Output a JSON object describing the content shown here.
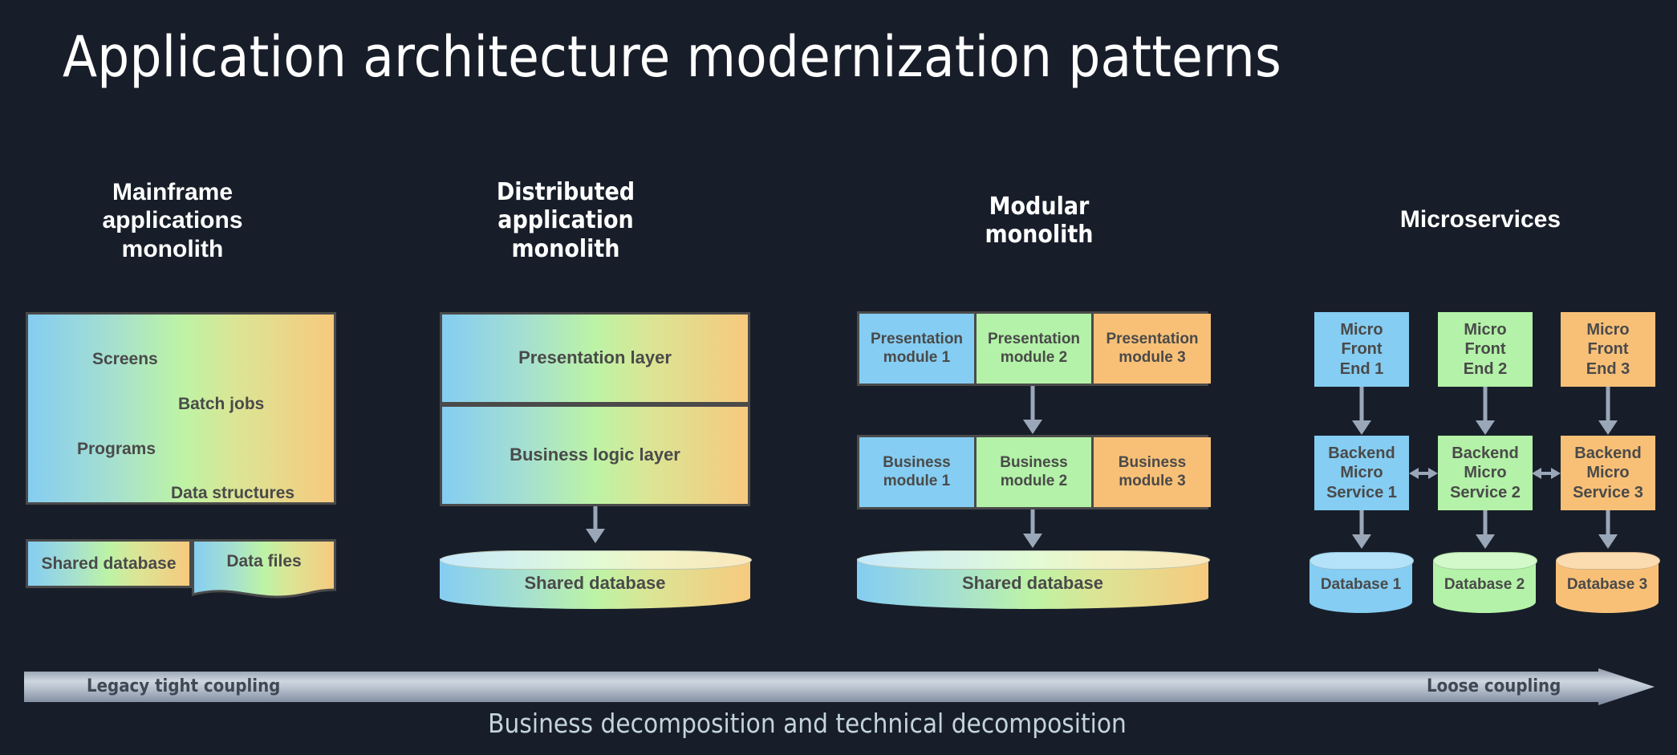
{
  "title": "Application architecture modernization patterns",
  "columns": [
    {
      "heading": "Mainframe\napplications\nmonolith",
      "monolith_labels": [
        "Screens",
        "Batch jobs",
        "Programs",
        "Data structures"
      ],
      "shared_database": "Shared database",
      "data_files": "Data files"
    },
    {
      "heading": "Distributed\napplication\nmonolith",
      "presentation_layer": "Presentation layer",
      "business_logic_layer": "Business logic layer",
      "shared_database": "Shared database"
    },
    {
      "heading": "Modular\nmonolith",
      "presentation_modules": [
        "Presentation\nmodule 1",
        "Presentation\nmodule 2",
        "Presentation\nmodule 3"
      ],
      "business_modules": [
        "Business\nmodule 1",
        "Business\nmodule 2",
        "Business\nmodule 3"
      ],
      "shared_database": "Shared database"
    },
    {
      "heading": "Microservices",
      "micro_front_ends": [
        "Micro\nFront\nEnd 1",
        "Micro\nFront\nEnd 2",
        "Micro\nFront\nEnd 3"
      ],
      "backend_services": [
        "Backend\nMicro\nService 1",
        "Backend\nMicro\nService 2",
        "Backend\nMicro\nService 3"
      ],
      "databases": [
        "Database 1",
        "Database 2",
        "Database 3"
      ]
    }
  ],
  "spectrum": {
    "left_label": "Legacy tight coupling",
    "right_label": "Loose coupling"
  },
  "caption": "Business decomposition and technical decomposition",
  "colors": {
    "background": "#181e29",
    "border": "#4a4a4a",
    "text_dark": "#4a4a4a",
    "blue": "#85cdf2",
    "green": "#b3f2a8",
    "orange": "#f8c077",
    "arrow_gray": "#9aa7b8",
    "caption": "#c3d4de"
  }
}
